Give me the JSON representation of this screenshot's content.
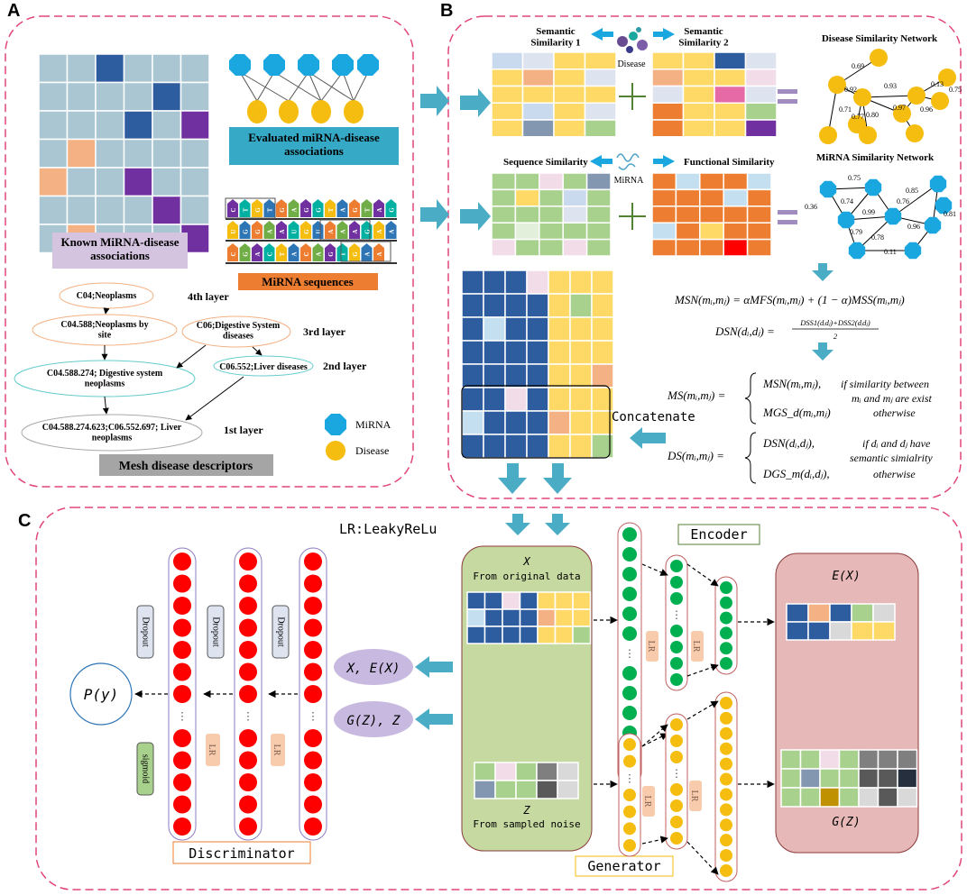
{
  "panels": {
    "a": "A",
    "b": "B",
    "c": "C"
  },
  "colors": {
    "dash": "#e0457b",
    "cell_blue": "#2e5d9f",
    "cell_light": "#a9c6d2",
    "cell_orange": "#f4b183",
    "cell_purple": "#7030a0",
    "yellow": "#ffd966",
    "green": "#a9d18e",
    "orange": "#ed7d31",
    "mirna": "#1aa7e0",
    "disease": "#f5bd0f",
    "red": "#ff0000",
    "arrow": "#4bacc6",
    "teal_box": "#35a9c5",
    "lavender_box": "#d4c4e0",
    "mesh_box": "#a5a5a5",
    "mirna_seq_box": "#ed7d31"
  },
  "panel_a": {
    "known_label": "Known MiRNA-disease\nassociations",
    "evaluated_label": "Evaluated miRNA-disease\nassociations",
    "mirna_seq_label": "MiRNA sequences",
    "seq_rows": [
      "CTGTGAGGTAGTAG",
      "UGGAAUGUAAAGAA",
      "CGACTACAGTGAA"
    ],
    "mesh_nodes": {
      "c04": "C04;Neoplasms",
      "c04_588": "C04.588;Neoplasms by\nsite",
      "c06": "C06;Digestive System\ndiseases",
      "c04_588_274": "C04.588.274; Digestive system\nneoplasms",
      "c06_552": "C06.552;Liver diseases",
      "leaf": "C04.588.274.623;C06.552.697; Liver\nneoplasms"
    },
    "layers": [
      "4th layer",
      "3rd layer",
      "2nd layer",
      "1st layer"
    ],
    "legend": {
      "mirna": "MiRNA",
      "disease": "Disease"
    },
    "mesh_label": "Mesh disease descriptors"
  },
  "panel_b": {
    "semantic1": "Semantic\nSimilarity 1",
    "semantic2": "Semantic\nSimilarity 2",
    "disease_word": "Disease",
    "sequence_sim": "Sequence Similarity",
    "mirna_word": "MiRNA",
    "functional_sim": "Functional Similarity",
    "disease_net_title": "Disease Similarity Network",
    "mirna_net_title": "MiRNA Similarity Network",
    "disease_edges": [
      "0.69",
      "0.92",
      "0.93",
      "0.13",
      "0.71",
      "0.77",
      "0.80",
      "0.97",
      "0.96",
      "0.75"
    ],
    "mirna_edges": [
      "0.75",
      "0.36",
      "0.74",
      "0.99",
      "0.76",
      "0.85",
      "0.81",
      "0.96",
      "0.79",
      "0.78",
      "0.11"
    ],
    "concatenate": "Concatenate",
    "formula_msn": "MSN(mᵢ,mⱼ) = αMFS(mᵢ,mⱼ) + (1 − α)MSS(mᵢ,mⱼ)",
    "formula_dsn_left": "DSN(dᵢ,dⱼ) =",
    "formula_dsn_num": "DSS1(dᵢdⱼ)+DSS2(dᵢdⱼ)",
    "formula_dsn_den": "2",
    "ms_lhs": "MS(mᵢ,mⱼ) =",
    "ms_case1": "MSN(mᵢ,mⱼ),",
    "ms_cond1a": "if similarity between",
    "ms_cond1b": "mᵢ and mⱼ are exist",
    "ms_case2": "MGS_d(mᵢ,mⱼ)",
    "ms_cond2": "otherwise",
    "ds_lhs": "DS(mᵢ,mⱼ) =",
    "ds_case1": "DSN(dᵢ,dⱼ),",
    "ds_cond1a": "if dᵢ and dⱼ have",
    "ds_cond1b": "semantic simialrity",
    "ds_case2": "DGS_m(dᵢ,dⱼ),",
    "ds_cond2": "otherwise"
  },
  "panel_c": {
    "lr_title": "LR:LeakyReLu",
    "x_var": "X",
    "x_caption": "From original data",
    "z_var": "Z",
    "z_caption": "From sampled noise",
    "encoder": "Encoder",
    "generator": "Generator",
    "discriminator": "Discriminator",
    "ex": "E(X)",
    "gz": "G(Z)",
    "pair1": "X, E(X)",
    "pair2": "G(Z), Z",
    "py": "P(y)",
    "dropout": "Dropout",
    "sigmoid": "sigmoid",
    "lr": "LR",
    "dots": "⋮"
  }
}
